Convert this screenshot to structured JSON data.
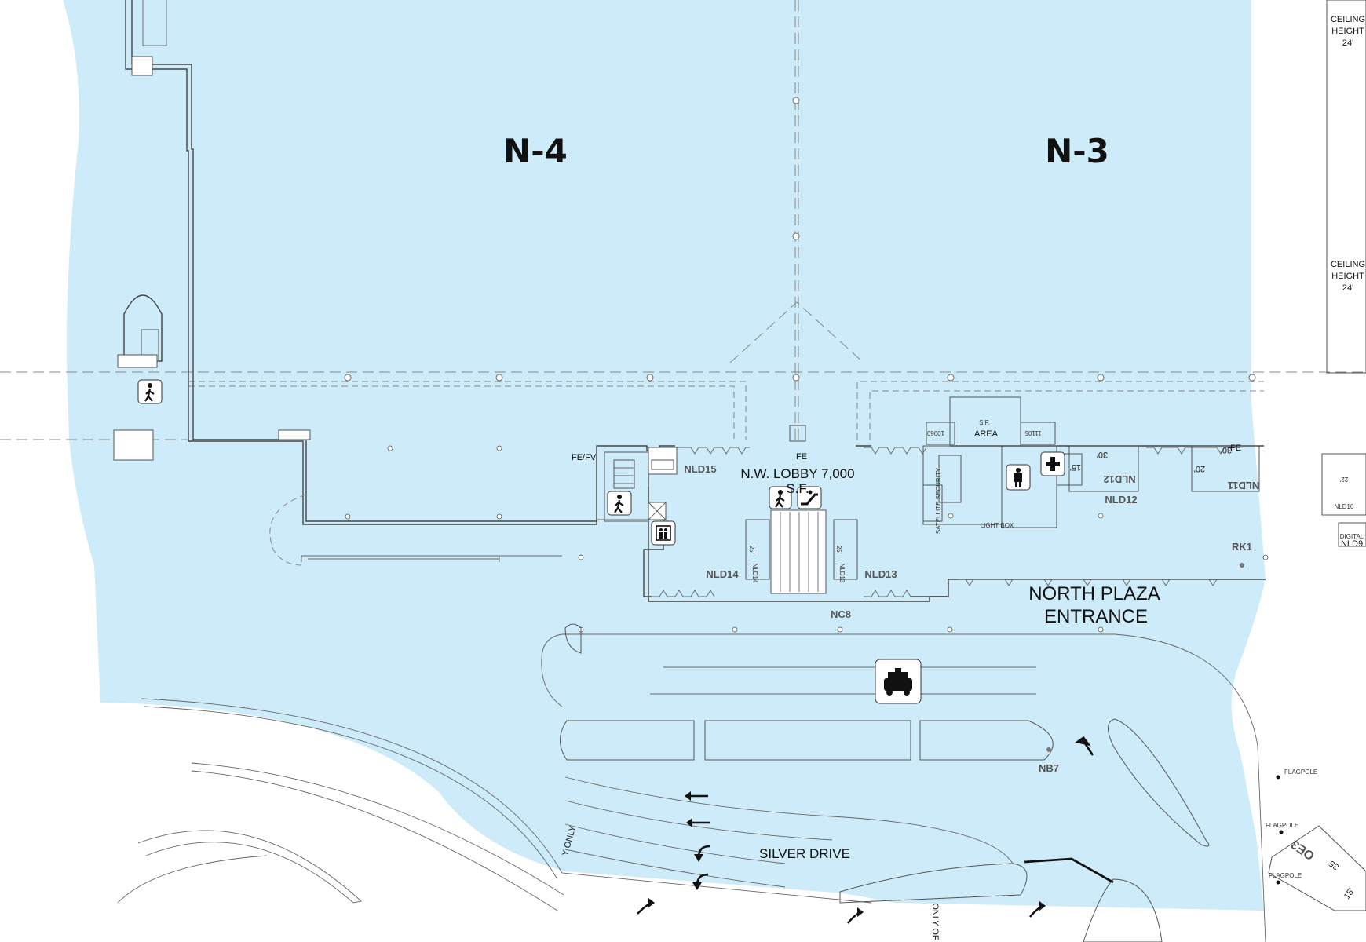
{
  "colors": {
    "venue_area": "#cdebf8",
    "wall": "#444444",
    "background": "#ffffff"
  },
  "halls": {
    "n4": "N-4",
    "n3": "N-3"
  },
  "ceiling_labels": {
    "top": [
      "CEILING",
      "HEIGHT",
      "24'"
    ],
    "mid": [
      "CEILING",
      "HEIGHT",
      "24'"
    ]
  },
  "lobby": {
    "line1": "N.W. LOBBY 7,000",
    "line2": "S.F.",
    "fe": "FE"
  },
  "labels": {
    "fe_fv": "FE/FV",
    "area": "AREA",
    "area_partial": "S.F.",
    "room_10960": "10960",
    "room_11105": "11105",
    "satellite_security": "SATELLITE SECURITY",
    "light_box": "LIGHT BOX",
    "fe_right": "FE",
    "nld12_dim_30": "30'",
    "nld12_dim_15": "15'",
    "nld11_dim_30": "30'",
    "nld11_dim_20": "20'",
    "nld14_dim": "25'",
    "nld13_dim": "25'",
    "right_dim_22": "22'",
    "oe3_dim_35": "35'",
    "oe3_dim_15": "15'"
  },
  "booths": {
    "nld15": "NLD15",
    "nld14": "NLD14",
    "nld13": "NLD13",
    "nld12": "NLD12",
    "nld12_mirror": "NLD12",
    "nld11": "NLD11",
    "rk1": "RK1",
    "nc8": "NC8",
    "nb7": "NB7",
    "nld10": "NLD10",
    "nld9": "NLD9",
    "oe3": "OE3",
    "nld14_small": "NLD14",
    "nld13_small": "NLD13",
    "digital": "DIGITAL"
  },
  "entrance": {
    "line1": "NORTH PLAZA",
    "line2": "ENTRANCE"
  },
  "road": {
    "name": "SILVER DRIVE",
    "only_left": "Y ONLY",
    "only_bottom": "ONLY OF"
  },
  "flagpoles": [
    "FLAGPOLE",
    "FLAGPOLE",
    "FLAGPOLE"
  ],
  "icons": {
    "taxi": "taxi-icon",
    "stairs": "stairs-icon",
    "escalator": "escalator-icon",
    "elevator": "elevator-icon",
    "first_aid": "first-aid-icon",
    "restroom": "restroom-icon"
  }
}
